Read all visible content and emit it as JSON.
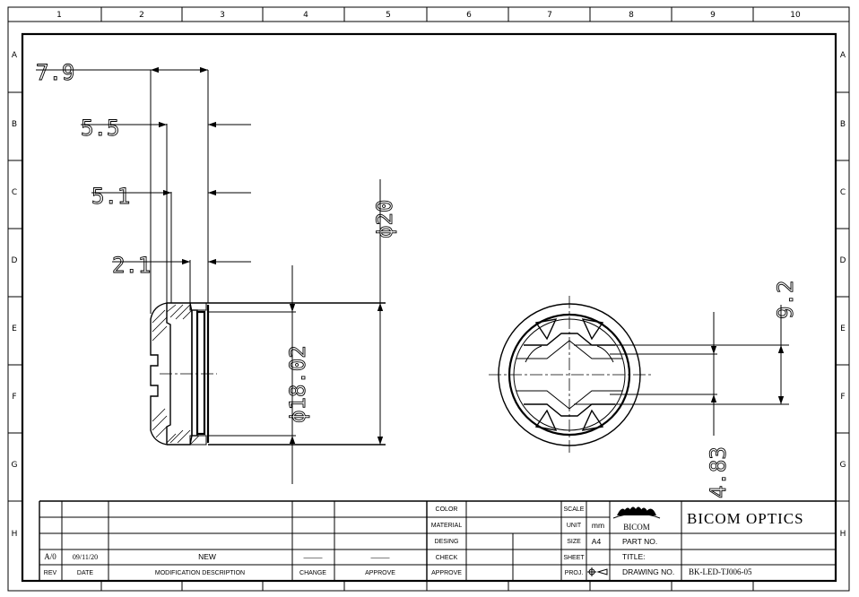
{
  "zones": {
    "columns": [
      "1",
      "2",
      "3",
      "4",
      "5",
      "6",
      "7",
      "8",
      "9",
      "10"
    ],
    "rows": [
      "A",
      "B",
      "C",
      "D",
      "E",
      "F",
      "G",
      "H"
    ]
  },
  "dimensions": {
    "d79": "7.9",
    "d55": "5.5",
    "d51": "5.1",
    "d21": "2.1",
    "dia20": "ϕ20",
    "dia1802": "ϕ18.02",
    "d92": "9.2",
    "d483": "4.83"
  },
  "title_block": {
    "rev_value": "A/0",
    "date_value": "09/11/20",
    "description_value": "NEW",
    "change_value": "———",
    "approve_value": "———",
    "rev_label": "REV",
    "date_label": "DATE",
    "description_label": "MODIFICATION DESCRIPTION",
    "change_label": "CHANGE",
    "approve_label": "APPROVE",
    "color_label": "COLOR",
    "material_label": "MATERIAL",
    "desing_label": "DESING",
    "check_label": "CHECK",
    "approve2_label": "APPROVE",
    "scale_label": "SCALE",
    "unit_label": "UNIT",
    "unit_value": "mm",
    "size_label": "SIZE",
    "size_value": "A4",
    "sheet_label": "SHEET",
    "proj_label": "PROJ.",
    "logo_text": "BICOM",
    "company": "BICOM OPTICS",
    "part_no_label": "PART NO.",
    "title_label": "TITLE:",
    "drawing_no_label": "DRAWING NO.",
    "drawing_no_value": "BK-LED-TJ006-05"
  }
}
